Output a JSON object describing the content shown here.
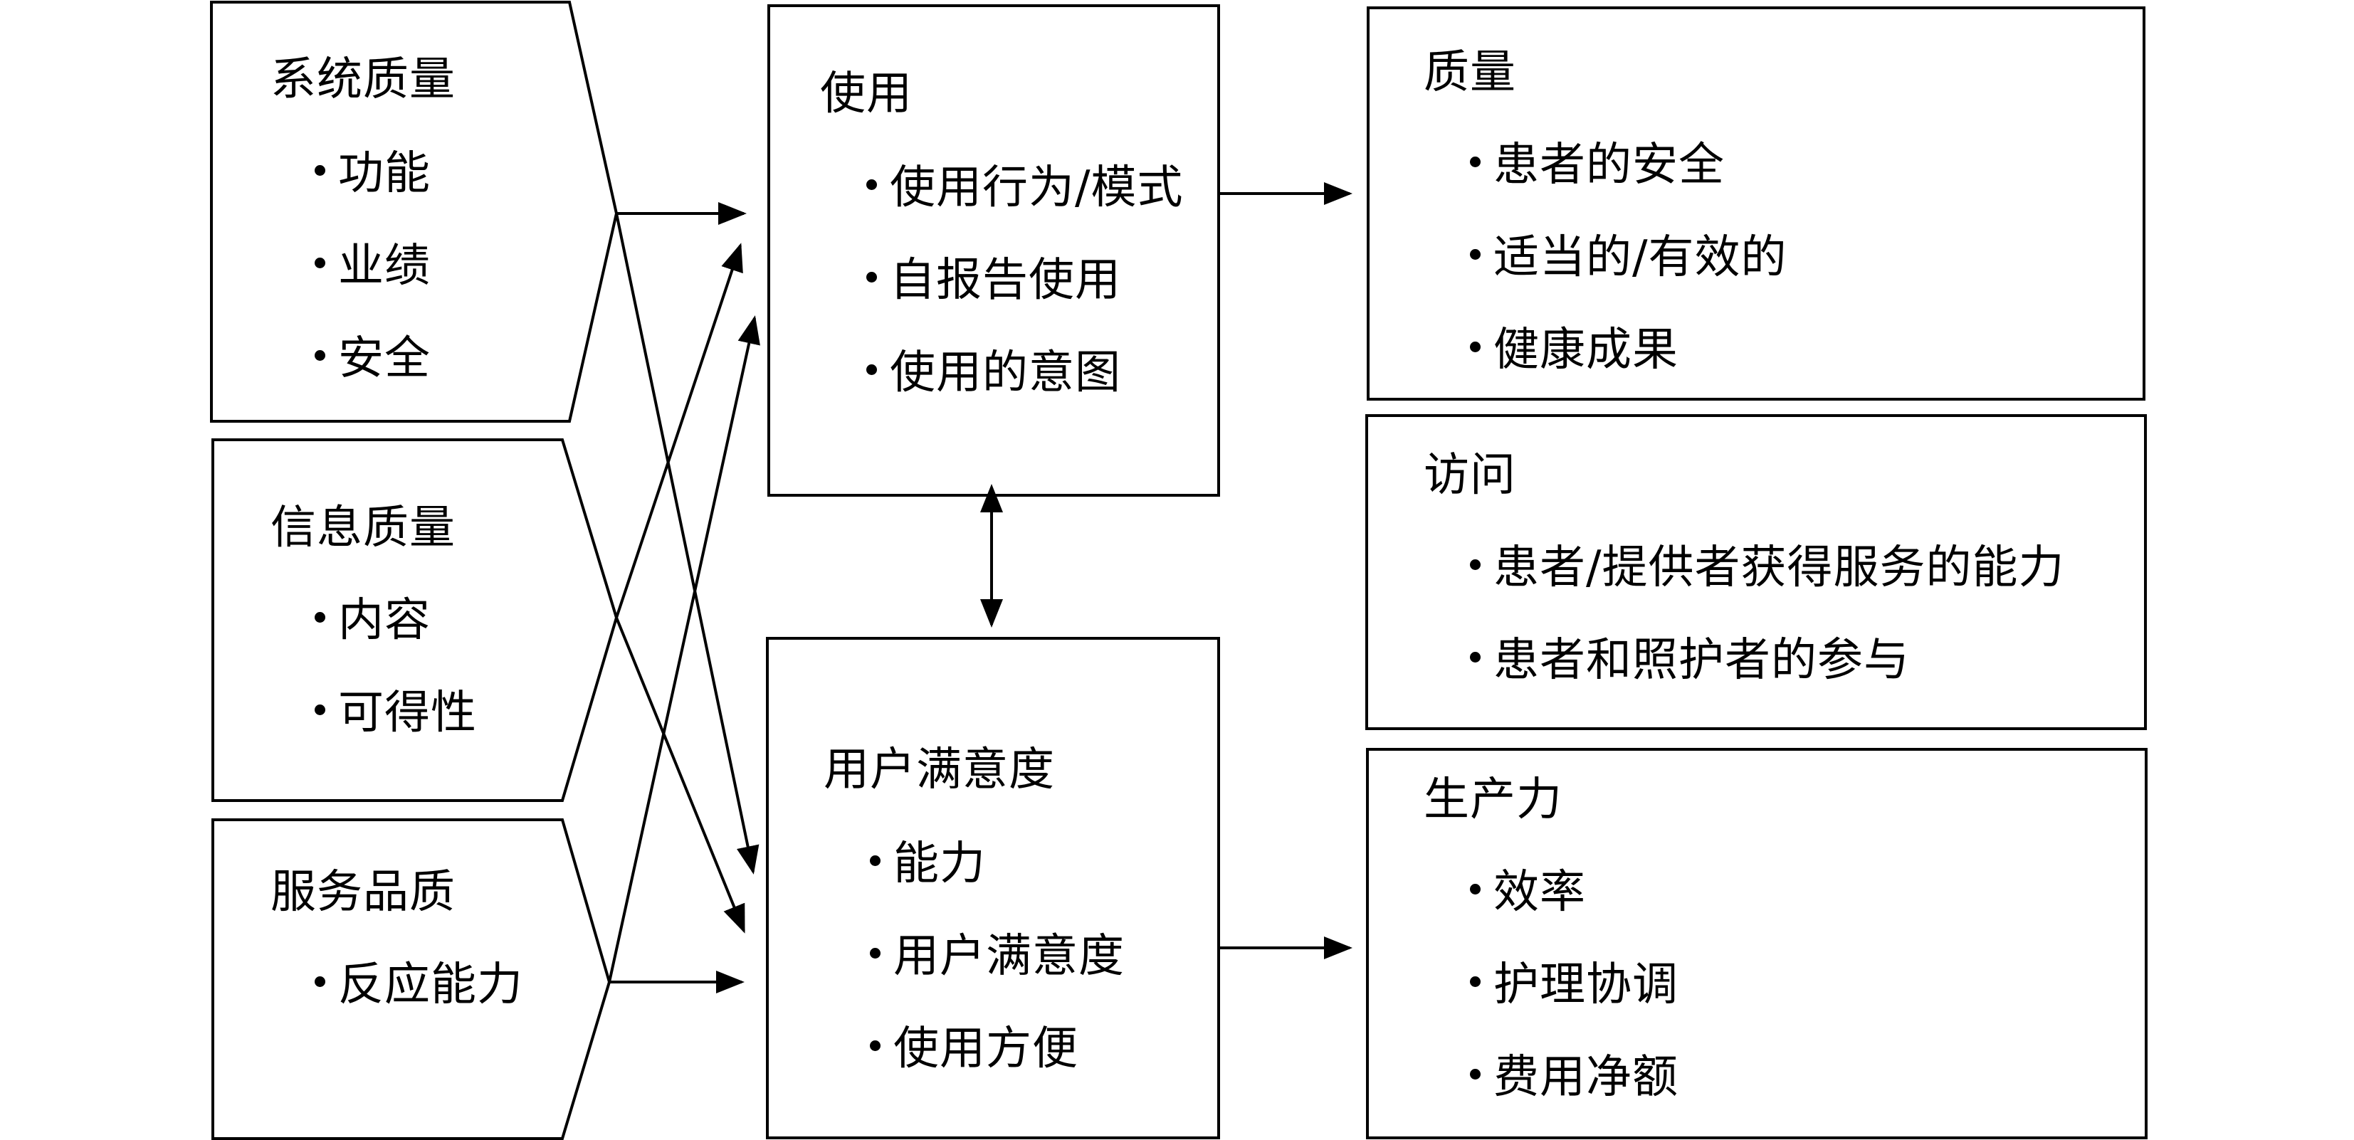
{
  "inputs": {
    "system_quality": {
      "title": "系统质量",
      "items": [
        "功能",
        "业绩",
        "安全"
      ]
    },
    "information_quality": {
      "title": "信息质量",
      "items": [
        "内容",
        "可得性"
      ]
    },
    "service_quality": {
      "title": "服务品质",
      "items": [
        "反应能力"
      ]
    }
  },
  "middle": {
    "use": {
      "title": "使用",
      "items": [
        "使用行为/模式",
        "自报告使用",
        "使用的意图"
      ]
    },
    "user_satisfaction": {
      "title": "用户满意度",
      "items": [
        "能力",
        "用户满意度",
        "使用方便"
      ]
    }
  },
  "outcomes": {
    "quality": {
      "title": "质量",
      "items": [
        "患者的安全",
        "适当的/有效的",
        "健康成果"
      ]
    },
    "access": {
      "title": "访问",
      "items": [
        "患者/提供者获得服务的能力",
        "患者和照护者的参与"
      ]
    },
    "productivity": {
      "title": "生产力",
      "items": [
        "效率",
        "护理协调",
        "费用净额"
      ]
    }
  },
  "colors": {
    "stroke": "#000000",
    "background": "#ffffff"
  }
}
